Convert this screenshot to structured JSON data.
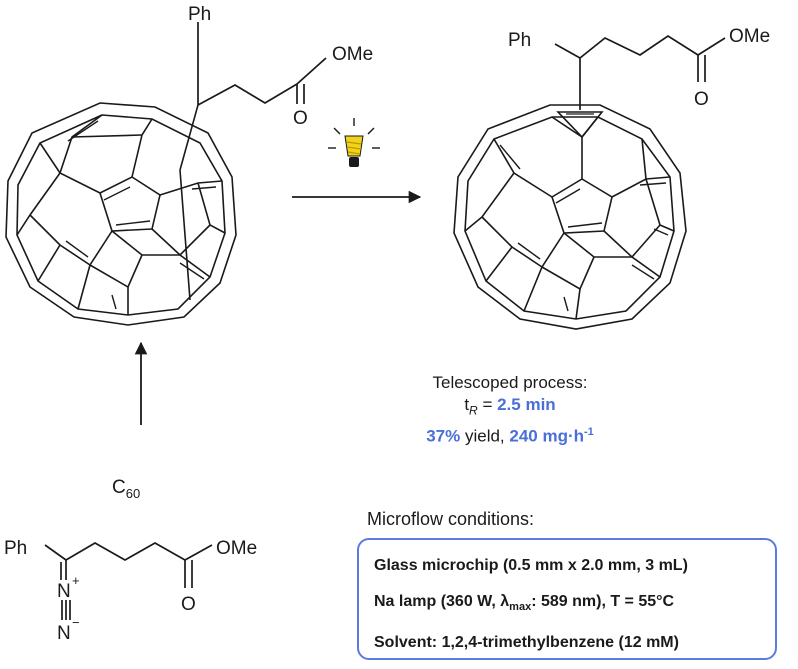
{
  "reactant": {
    "ph": "Ph",
    "ome": "OMe",
    "o": "O",
    "n1": "N",
    "n1_charge": "+",
    "n2": "N",
    "n2_charge": "−"
  },
  "c60": {
    "c": "C",
    "sub": "60"
  },
  "intermediate": {
    "ph": "Ph",
    "ome": "OMe",
    "o": "O"
  },
  "product": {
    "ph": "Ph",
    "ome": "OMe",
    "o": "O"
  },
  "telescoped": {
    "title": "Telescoped process:",
    "tr_prefix": "t",
    "tr_sub": "R",
    "tr_eq": " = ",
    "tr_value": "2.5 min",
    "yield_value": "37%",
    "yield_text": " yield, ",
    "rate_value": "240 mg·h",
    "rate_exp": "-1"
  },
  "conditions": {
    "title": "Microflow conditions:",
    "line1": "Glass microchip (0.5 mm x 2.0 mm, 3 mL)",
    "line2_a": "Na lamp (360 W, λ",
    "line2_sub": "max",
    "line2_b": ": 589 nm), T = 55°C",
    "line3": "Solvent: 1,2,4-trimethylbenzene (12 mM)"
  },
  "colors": {
    "accent": "#4a6fd8",
    "box": "#5b7be0",
    "bulb": "#f2d21b"
  },
  "icons": {
    "lamp": "light-bulb-icon"
  }
}
